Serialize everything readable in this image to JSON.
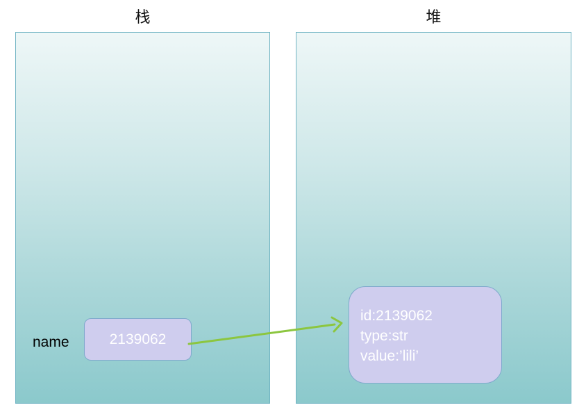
{
  "stack": {
    "title": "栈",
    "variable_name": "name",
    "reference_value": "2139062"
  },
  "heap": {
    "title": "堆",
    "object": {
      "id_line": "id:2139062",
      "type_line": "type:str",
      "value_line": "value:’lili’"
    }
  },
  "colors": {
    "panel_border": "#6fb3c2",
    "panel_gradient_top": "#eef7f7",
    "panel_gradient_bottom": "#8bc9cc",
    "box_fill": "#cfcdee",
    "box_text": "#ffffff",
    "arrow": "#8cc63f"
  }
}
